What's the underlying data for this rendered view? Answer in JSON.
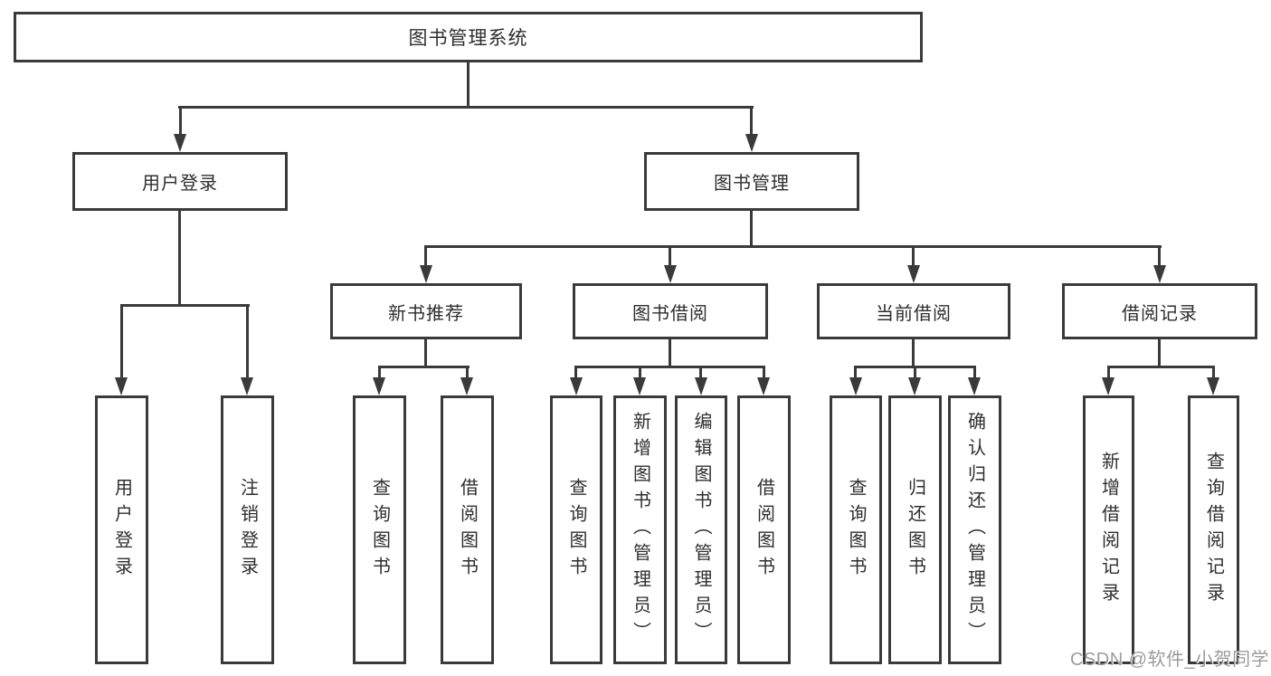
{
  "diagram": {
    "title": "图书管理系统",
    "branches": [
      {
        "label": "用户登录",
        "leaves": [
          "用户登录",
          "注销登录"
        ]
      },
      {
        "label": "图书管理",
        "sections": [
          {
            "label": "新书推荐",
            "leaves": [
              "查询图书",
              "借阅图书"
            ]
          },
          {
            "label": "图书借阅",
            "leaves": [
              "查询图书",
              "新增图书（管理员）",
              "编辑图书（管理员）",
              "借阅图书"
            ]
          },
          {
            "label": "当前借阅",
            "leaves": [
              "查询图书",
              "归还图书",
              "确认归还（管理员）"
            ]
          },
          {
            "label": "借阅记录",
            "leaves": [
              "新增借阅记录",
              "查询借阅记录"
            ]
          }
        ]
      }
    ]
  },
  "watermark": {
    "text": "CSDN @软件_小贺同学"
  },
  "colors": {
    "line": "#3a3a3a",
    "text": "#2e2e2e",
    "background": "#ffffff",
    "watermark": "#9c9c9c"
  }
}
